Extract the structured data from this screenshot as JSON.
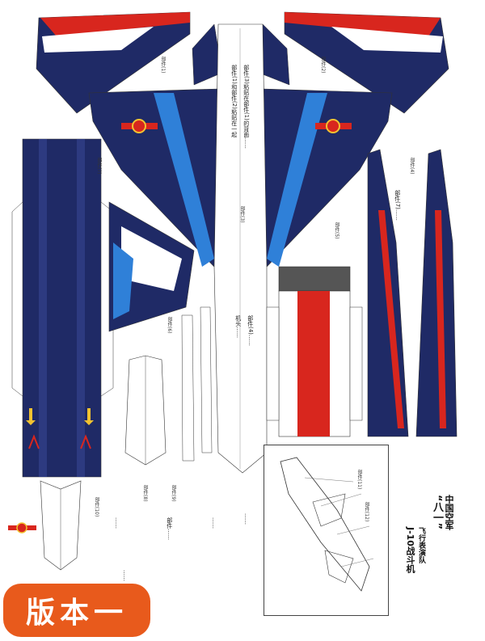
{
  "sheet": {
    "version_badge": "版本一",
    "title": {
      "line1": "中国空军",
      "line2": "“八一”",
      "line3": "飞行表演队",
      "line4": "J-10战斗机"
    },
    "part_labels": {
      "p1": "部件(1)",
      "p2": "部件(2)",
      "p3": "部件(3)",
      "p4": "部件(4)",
      "p5": "部件(5)",
      "p6": "部件(6)",
      "p7": "部件(7)",
      "p8": "部件(8)",
      "p9": "部件(9)",
      "p10": "部件(10)",
      "p11": "部件(11)",
      "p12": "部件(12)"
    },
    "instructions": {
      "fuselage_note_a": "部件(1)和部件(2)粘贴在一起",
      "fuselage_note_b": "部件(3)粘贴在部件(1)的背面……",
      "fuselage_note_c": "机头……",
      "fuselage_note_d": "部件(4)……",
      "engine_note": "部件(7)……",
      "left_note": "……",
      "bottom_note_1": "部件……",
      "bottom_note_2": "……",
      "bottom_note_3": "……",
      "bottom_note_4": "……"
    },
    "colors": {
      "navy": "#1f2a66",
      "blue": "#2f80d8",
      "red": "#d8261e",
      "white": "#ffffff",
      "badge": "#e85a1c",
      "insignia_gold": "#f2c230"
    }
  }
}
